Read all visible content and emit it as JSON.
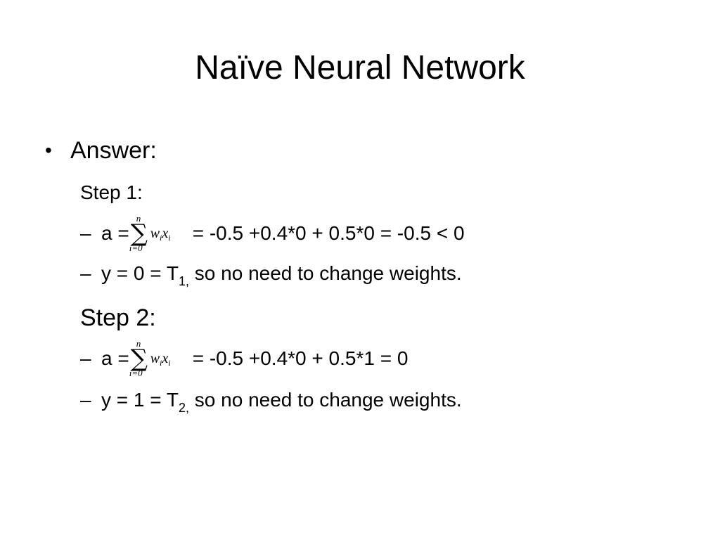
{
  "slide": {
    "title": "Naïve Neural Network",
    "bullet_glyph": "•",
    "bullet_text": "Answer:",
    "dash": "–",
    "sum": {
      "sigma": "∑",
      "upper": "n",
      "lower": "i=0",
      "w": "w",
      "x": "x",
      "sub": "i"
    },
    "step1": {
      "label": "Step 1:",
      "a_prefix": "a =",
      "a_expr": "= -0.5 +0.4*0 + 0.5*0 = -0.5 < 0",
      "y_prefix": "y = 0 = T",
      "y_sub": "1,",
      "y_rest": "so no need to change weights."
    },
    "step2": {
      "label": "Step 2:",
      "a_prefix": "a =",
      "a_expr": "= -0.5 +0.4*0 + 0.5*1 = 0",
      "y_prefix": "y = 1 = T",
      "y_sub": "2,",
      "y_rest": "so no need to change weights."
    }
  }
}
